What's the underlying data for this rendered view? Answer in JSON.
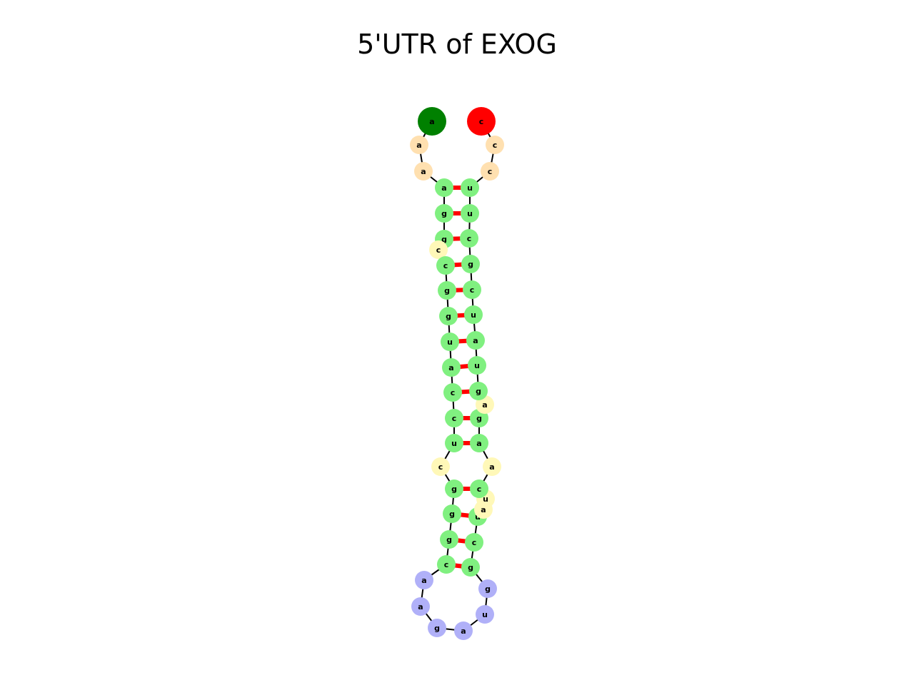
{
  "title": "5'UTR of EXOG",
  "colors": {
    "start": "#008000",
    "end": "#ff0000",
    "unpaired_end": "#ffe0b0",
    "stem": "#80f080",
    "bulge": "#fff8b8",
    "hairpin": "#b0b0f8",
    "pair_bond": "#ff0000",
    "backbone": "#000000"
  },
  "nucleotides": [
    {
      "base": "a",
      "type": "start"
    },
    {
      "base": "a",
      "type": "unpaired_end"
    },
    {
      "base": "a",
      "type": "unpaired_end"
    },
    {
      "base": "a",
      "type": "stem"
    },
    {
      "base": "g",
      "type": "stem"
    },
    {
      "base": "g",
      "type": "stem"
    },
    {
      "base": "c",
      "type": "bulge"
    },
    {
      "base": "c",
      "type": "stem"
    },
    {
      "base": "g",
      "type": "stem"
    },
    {
      "base": "g",
      "type": "stem"
    },
    {
      "base": "u",
      "type": "stem"
    },
    {
      "base": "a",
      "type": "stem"
    },
    {
      "base": "c",
      "type": "stem"
    },
    {
      "base": "c",
      "type": "stem"
    },
    {
      "base": "u",
      "type": "stem"
    },
    {
      "base": "c",
      "type": "bulge"
    },
    {
      "base": "g",
      "type": "stem"
    },
    {
      "base": "g",
      "type": "stem"
    },
    {
      "base": "g",
      "type": "stem"
    },
    {
      "base": "c",
      "type": "stem"
    },
    {
      "base": "a",
      "type": "hairpin"
    },
    {
      "base": "a",
      "type": "hairpin"
    },
    {
      "base": "g",
      "type": "hairpin"
    },
    {
      "base": "a",
      "type": "hairpin"
    },
    {
      "base": "u",
      "type": "hairpin"
    },
    {
      "base": "g",
      "type": "hairpin"
    },
    {
      "base": "g",
      "type": "stem"
    },
    {
      "base": "c",
      "type": "stem"
    },
    {
      "base": "u",
      "type": "stem"
    },
    {
      "base": "a",
      "type": "bulge"
    },
    {
      "base": "u",
      "type": "bulge"
    },
    {
      "base": "c",
      "type": "stem"
    },
    {
      "base": "a",
      "type": "bulge"
    },
    {
      "base": "a",
      "type": "stem"
    },
    {
      "base": "g",
      "type": "stem"
    },
    {
      "base": "a",
      "type": "bulge"
    },
    {
      "base": "g",
      "type": "stem"
    },
    {
      "base": "u",
      "type": "stem"
    },
    {
      "base": "a",
      "type": "stem"
    },
    {
      "base": "u",
      "type": "stem"
    },
    {
      "base": "c",
      "type": "stem"
    },
    {
      "base": "g",
      "type": "stem"
    },
    {
      "base": "c",
      "type": "stem"
    },
    {
      "base": "u",
      "type": "stem"
    },
    {
      "base": "u",
      "type": "stem"
    },
    {
      "base": "c",
      "type": "unpaired_end"
    },
    {
      "base": "c",
      "type": "unpaired_end"
    },
    {
      "base": "c",
      "type": "end"
    }
  ],
  "pairs": [
    [
      3,
      44
    ],
    [
      4,
      43
    ],
    [
      5,
      42
    ],
    [
      7,
      41
    ],
    [
      8,
      40
    ],
    [
      9,
      39
    ],
    [
      10,
      38
    ],
    [
      11,
      37
    ],
    [
      12,
      36
    ],
    [
      13,
      34
    ],
    [
      14,
      33
    ],
    [
      16,
      31
    ],
    [
      17,
      28
    ],
    [
      18,
      27
    ],
    [
      19,
      26
    ]
  ]
}
